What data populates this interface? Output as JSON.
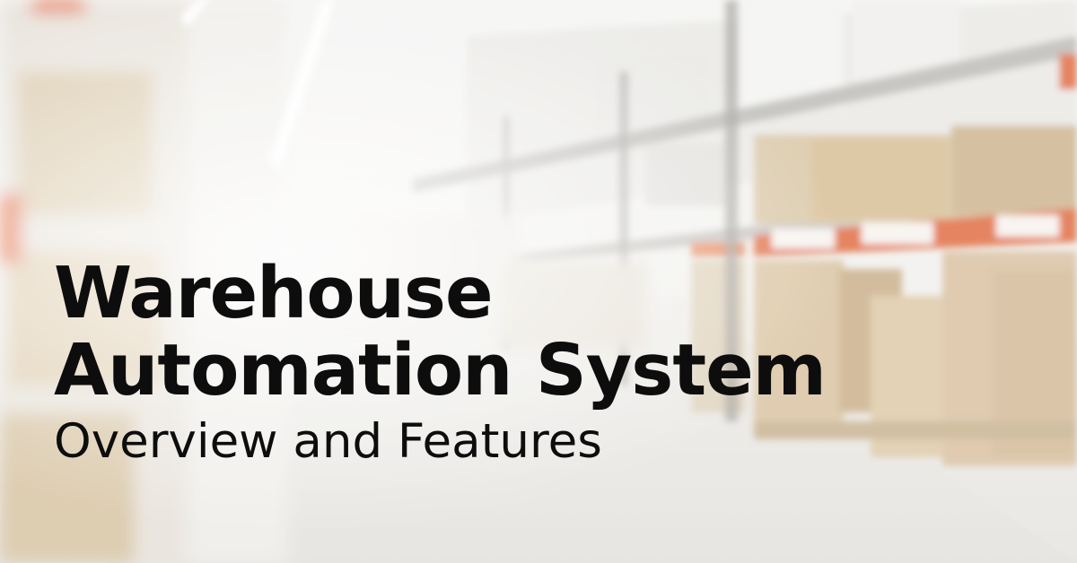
{
  "banner": {
    "title_line1": "Warehouse",
    "title_line2": "Automation System",
    "subtitle": "Overview and Features",
    "background": "blurred-warehouse-aisle-photo",
    "colors": {
      "text": "#0d0d0d",
      "shelf_orange": "#e06a3c",
      "box_tan": "#d9c3a0"
    }
  }
}
